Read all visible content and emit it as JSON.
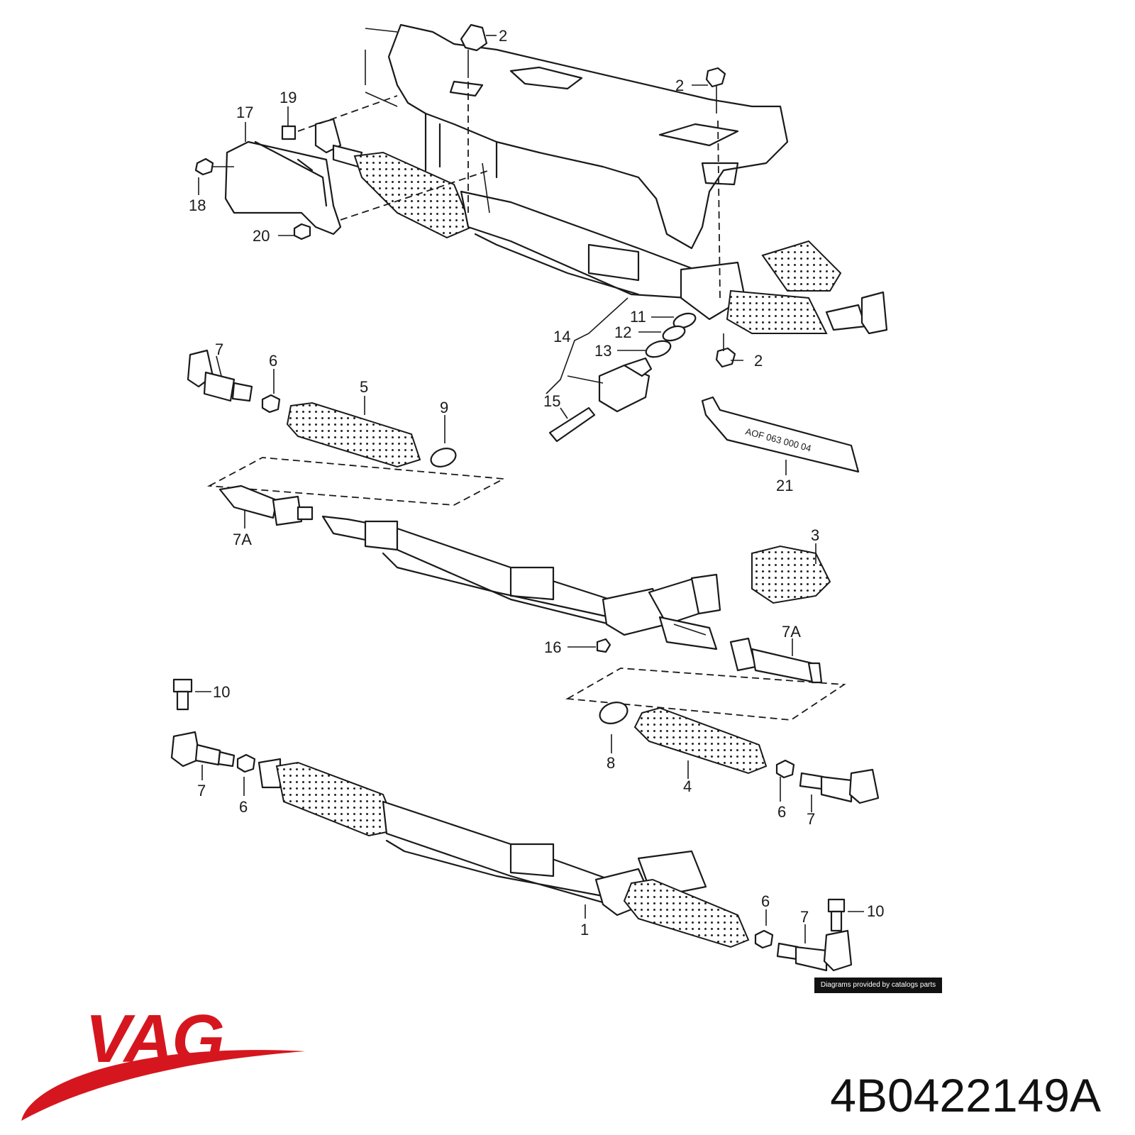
{
  "diagram": {
    "credit": "Diagrams provided by catalogs parts",
    "tube_stamp": "AOF 063 000 04",
    "labels": [
      {
        "id": "l-2a",
        "text": "2"
      },
      {
        "id": "l-2b",
        "text": "2"
      },
      {
        "id": "l-2c",
        "text": "2"
      },
      {
        "id": "l-19",
        "text": "19"
      },
      {
        "id": "l-17",
        "text": "17"
      },
      {
        "id": "l-18",
        "text": "18"
      },
      {
        "id": "l-20",
        "text": "20"
      },
      {
        "id": "l-11",
        "text": "11"
      },
      {
        "id": "l-12",
        "text": "12"
      },
      {
        "id": "l-13",
        "text": "13"
      },
      {
        "id": "l-14",
        "text": "14"
      },
      {
        "id": "l-15",
        "text": "15"
      },
      {
        "id": "l-21",
        "text": "21"
      },
      {
        "id": "l-7a",
        "text": "7"
      },
      {
        "id": "l-6a",
        "text": "6"
      },
      {
        "id": "l-5",
        "text": "5"
      },
      {
        "id": "l-9",
        "text": "9"
      },
      {
        "id": "l-7A-a",
        "text": "7A"
      },
      {
        "id": "l-3",
        "text": "3"
      },
      {
        "id": "l-7A-b",
        "text": "7A"
      },
      {
        "id": "l-16",
        "text": "16"
      },
      {
        "id": "l-10a",
        "text": "10"
      },
      {
        "id": "l-8",
        "text": "8"
      },
      {
        "id": "l-4",
        "text": "4"
      },
      {
        "id": "l-7b",
        "text": "7"
      },
      {
        "id": "l-6b",
        "text": "6"
      },
      {
        "id": "l-6c",
        "text": "6"
      },
      {
        "id": "l-7c",
        "text": "7"
      },
      {
        "id": "l-6d",
        "text": "6"
      },
      {
        "id": "l-7d",
        "text": "7"
      },
      {
        "id": "l-10b",
        "text": "10"
      },
      {
        "id": "l-1",
        "text": "1"
      }
    ]
  },
  "brand": {
    "logo_text": "VAG",
    "color": "#d6161e"
  },
  "part_number": "4B0422149A"
}
